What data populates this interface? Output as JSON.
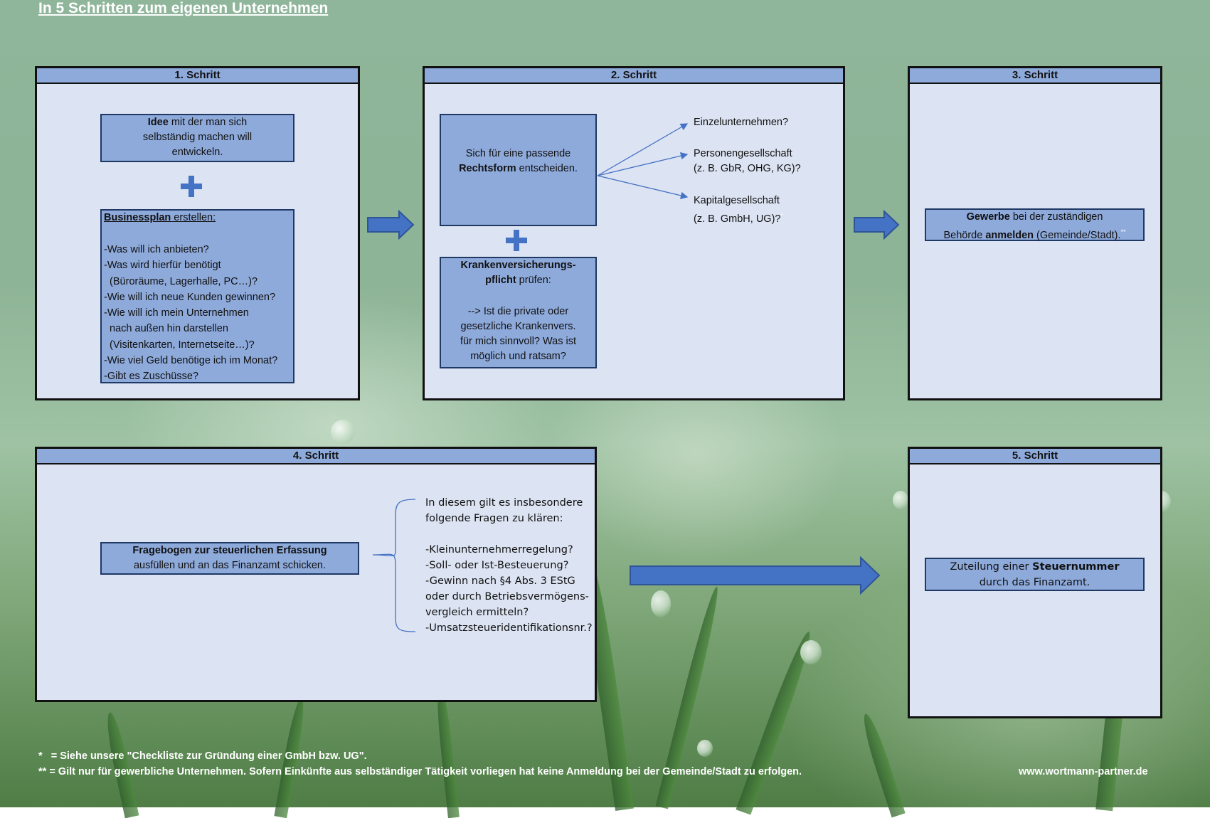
{
  "title": "In 5 Schritten zum eigenen Unternehmen",
  "colors": {
    "panel_bg": "#dce3f2",
    "header_bg": "#8eaadb",
    "box_bg": "#8eaadb",
    "accent": "#4472c4"
  },
  "step1": {
    "header": "1. Schritt",
    "idea": {
      "bold": "Idee",
      "rest1": " mit der man sich",
      "line2": "selbständig machen will",
      "line3": "entwickeln."
    },
    "plan": {
      "bold": "Businessplan",
      "rest": " erstellen:",
      "questions": [
        "-Was will ich anbieten?",
        "-Was wird hierfür benötigt",
        "  (Büroräume, Lagerhalle, PC…)?",
        "-Wie will ich neue Kunden gewinnen?",
        "-Wie will ich mein Unternehmen",
        "  nach außen hin darstellen",
        "  (Visitenkarten, Internetseite…)?",
        "-Wie viel Geld benötige ich im Monat?",
        "-Gibt es Zuschüsse?"
      ]
    }
  },
  "step2": {
    "header": "2. Schritt",
    "legal": {
      "line1": "Sich für eine passende",
      "bold": "Rechtsform",
      "rest": " entscheiden."
    },
    "options": [
      {
        "line1": "Einzelunternehmen?",
        "line2": ""
      },
      {
        "line1": "Personengesellschaft",
        "line2": "(z. B. GbR, OHG,  KG)?"
      },
      {
        "line1": "Kapitalgesellschaft",
        "line2": "(z. B. GmbH, UG)?",
        "mark": "*"
      }
    ],
    "insurance": {
      "bold1": "Krankenversicherungs-",
      "bold2": "pflicht",
      "rest2": " prüfen:",
      "lines": [
        "--> Ist die private oder",
        "gesetzliche Krankenvers.",
        "für mich sinnvoll? Was ist",
        "möglich und ratsam?"
      ]
    }
  },
  "step3": {
    "header": "3. Schritt",
    "bold1": "Gewerbe",
    "rest1": " bei der zuständigen",
    "line2a": "Behörde ",
    "bold2": "anmelden",
    "rest2": " (Gemeinde/Stadt).",
    "mark": "**"
  },
  "step4": {
    "header": "4. Schritt",
    "form": {
      "bold": "Fragebogen zur steuerlichen Erfassung",
      "line2": "ausfüllen und an das Finanzamt schicken."
    },
    "notes": [
      "In diesem gilt es insbesondere",
      "folgende Fragen zu klären:",
      "",
      "-Kleinunternehmerregelung?",
      "-Soll- oder Ist-Besteuerung?",
      "-Gewinn nach §4 Abs. 3 EStG",
      "oder durch Betriebsvermögens-",
      "vergleich ermitteln?",
      "-Umsatzsteueridentifikationsnr.?"
    ]
  },
  "step5": {
    "header": "5. Schritt",
    "line1a": "Zuteilung einer ",
    "bold": "Steuernummer",
    "line2": "durch das Finanzamt."
  },
  "footer": {
    "note1": "*   = Siehe unsere \"Checkliste zur Gründung einer GmbH bzw. UG\".",
    "note2": "** = Gilt nur für gewerbliche Unternehmen. Sofern Einkünfte aus selbständiger Tätigkeit vorliegen hat keine Anmeldung bei der Gemeinde/Stadt zu erfolgen.",
    "url": "www.wortmann-partner.de"
  }
}
